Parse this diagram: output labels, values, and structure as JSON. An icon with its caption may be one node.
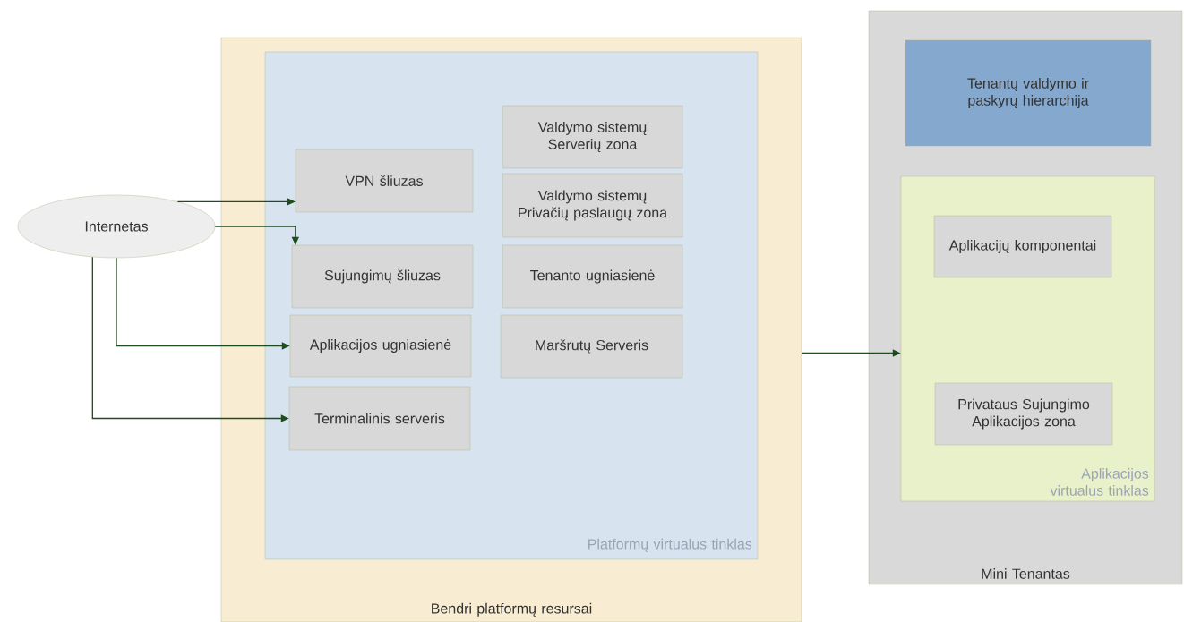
{
  "diagram": {
    "nodes": [
      {
        "text": [
          "Internetas"
        ]
      },
      {
        "text": [
          "Bendri platformų resursai"
        ]
      },
      {
        "text": [
          "Platformų virtualus tinklas"
        ],
        "in": 1
      },
      {
        "text": [
          "VPN šliuzas"
        ],
        "in": 2
      },
      {
        "text": [
          "Sujungimų šliuzas"
        ],
        "in": 2
      },
      {
        "text": [
          "Aplikacijos ugniasienė"
        ],
        "in": 2
      },
      {
        "text": [
          "Terminalinis serveris"
        ],
        "in": 2
      },
      {
        "text": [
          "Valdymo sistemų Serverių zona"
        ],
        "in": 2
      },
      {
        "text": [
          "Valdymo sistemų Privačių paslaugų zona"
        ],
        "in": 2
      },
      {
        "text": [
          "Tenanto ugniasienė"
        ],
        "in": 2
      },
      {
        "text": [
          "Maršrutų Serveris"
        ],
        "in": 2
      },
      {
        "text": [
          "Mini Tenantas"
        ]
      },
      {
        "text": [
          "Tenantų valdymo ir paskyrų hierarchija"
        ],
        "in": 11
      },
      {
        "text": [
          "Aplikacijos virtualus tinklas"
        ],
        "in": 11
      },
      {
        "text": [
          "Aplikacijų komponentai"
        ],
        "in": 13
      },
      {
        "text": [
          "Privataus Sujungimo Aplikacijos zona"
        ],
        "in": 13
      }
    ],
    "edges": [
      {
        "from": 0,
        "to": 3,
        "arrow": "to"
      },
      {
        "from": 0,
        "to": 4,
        "arrow": "to"
      },
      {
        "from": 0,
        "to": 5,
        "arrow": "to"
      },
      {
        "from": 0,
        "to": 6,
        "arrow": "to"
      },
      {
        "from": 1,
        "to": 13,
        "arrow": "to"
      }
    ]
  }
}
